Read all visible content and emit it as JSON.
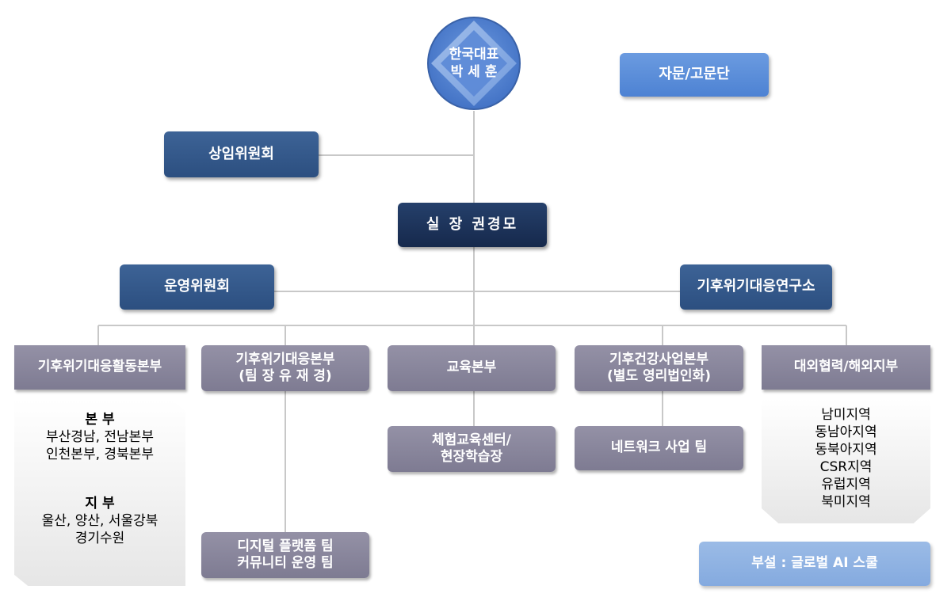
{
  "ceo": {
    "line1": "한국대표",
    "line2": "박 세 훈"
  },
  "advisory": "자문/고문단",
  "standing_committee": "상임위원회",
  "director": "실 장 권경모",
  "operating_committee": "운영위원회",
  "research_institute": "기후위기대응연구소",
  "divisions": [
    {
      "label": "기후위기대응활동본부"
    },
    {
      "label": "기후위기대응본부\n(팀 장 유 재 경)"
    },
    {
      "label": "교육본부"
    },
    {
      "label": "기후건강사업본부\n(별도 영리법인화)"
    },
    {
      "label": "대외협력/해외지부"
    }
  ],
  "activity_panel": {
    "head1": "본 부",
    "items1": [
      "부산경남, 전남본부",
      "인천본부, 경북본부"
    ],
    "head2": "지 부",
    "items2": [
      "울산, 양산, 서울강북",
      "경기수원"
    ]
  },
  "digital_team": "디지털 플랫폼 팀\n커뮤니티 운영 팀",
  "experience_center": "체험교육센터/\n현장학습장",
  "network_team": "네트워크 사업 팀",
  "regions": [
    "남미지역",
    "동남아지역",
    "동북아지역",
    "CSR지역",
    "유럽지역",
    "북미지역"
  ],
  "ai_school": "부설 : 글로벌 AI 스쿨",
  "colors": {
    "dark_blue": "#2f5486",
    "navy": "#1b2f55",
    "light_blue": "#5a8ddb",
    "gray": "#8a879c",
    "line": "#c8c8c8"
  }
}
